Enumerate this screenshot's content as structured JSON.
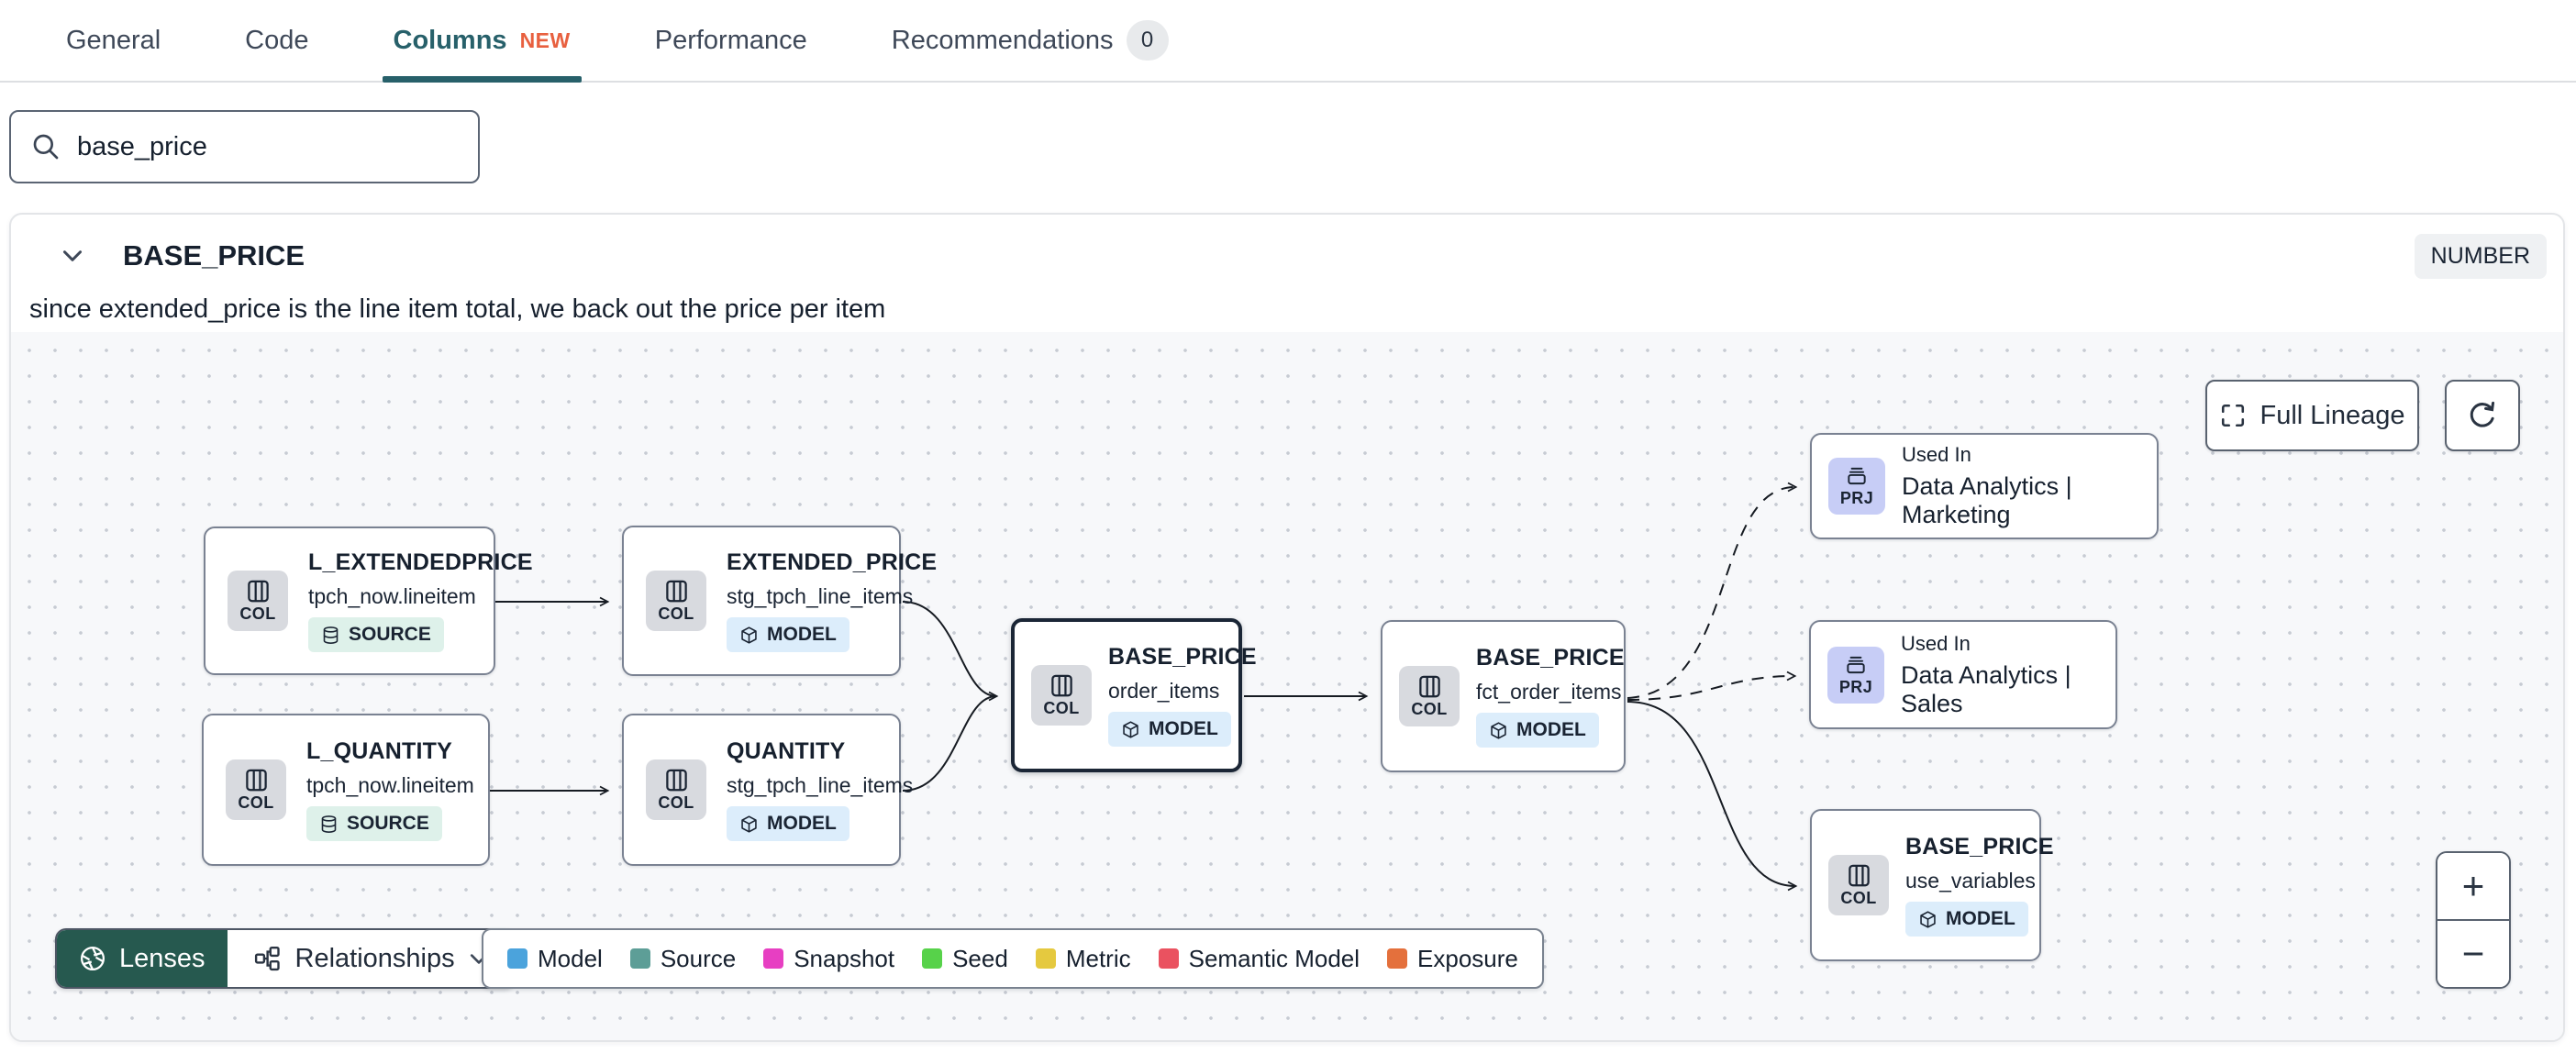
{
  "colors": {
    "accent_teal": "#27606A",
    "new_badge": "#E8603F",
    "lenses_green": "#26594F",
    "canvas_bg": "#F7F8FA",
    "col_icon_bg": "#D8DADF",
    "prj_icon_bg": "#C7CDF6",
    "source_badge_bg": "#DEF1EA",
    "model_badge_bg": "#DCEDFB",
    "selected_border": "#1B2636"
  },
  "tabs": {
    "items": [
      {
        "label": "General"
      },
      {
        "label": "Code"
      },
      {
        "label": "Columns",
        "badge": "NEW"
      },
      {
        "label": "Performance"
      },
      {
        "label": "Recommendations",
        "count": "0"
      }
    ]
  },
  "search": {
    "value": "base_price"
  },
  "column_panel": {
    "title": "BASE_PRICE",
    "type_badge": "NUMBER",
    "description": "since extended_price is the line item total, we back out the price per item"
  },
  "lineage": {
    "controls": {
      "full_lineage": "Full Lineage",
      "zoom_in": "+",
      "zoom_out": "−"
    },
    "nodes": [
      {
        "kind": "COL",
        "title": "L_EXTENDEDPRICE",
        "subtitle": "tpch_now.lineitem",
        "badge": "SOURCE"
      },
      {
        "kind": "COL",
        "title": "EXTENDED_PRICE",
        "subtitle": "stg_tpch_line_items",
        "badge": "MODEL"
      },
      {
        "kind": "COL",
        "title": "L_QUANTITY",
        "subtitle": "tpch_now.lineitem",
        "badge": "SOURCE"
      },
      {
        "kind": "COL",
        "title": "QUANTITY",
        "subtitle": "stg_tpch_line_items",
        "badge": "MODEL"
      },
      {
        "kind": "COL",
        "title": "BASE_PRICE",
        "subtitle": "order_items",
        "badge": "MODEL",
        "selected": true
      },
      {
        "kind": "COL",
        "title": "BASE_PRICE",
        "subtitle": "fct_order_items",
        "badge": "MODEL"
      },
      {
        "kind": "PRJ",
        "title": "Used In",
        "subtitle": "Data Analytics | Marketing"
      },
      {
        "kind": "PRJ",
        "title": "Used In",
        "subtitle": "Data Analytics | Sales"
      },
      {
        "kind": "COL",
        "title": "BASE_PRICE",
        "subtitle": "use_variables",
        "badge": "MODEL"
      }
    ],
    "edges": [
      {
        "from": "L_EXTENDEDPRICE (tpch_now.lineitem)",
        "to": "EXTENDED_PRICE (stg_tpch_line_items)",
        "style": "solid"
      },
      {
        "from": "L_QUANTITY (tpch_now.lineitem)",
        "to": "QUANTITY (stg_tpch_line_items)",
        "style": "solid"
      },
      {
        "from": "EXTENDED_PRICE (stg_tpch_line_items)",
        "to": "BASE_PRICE (order_items)",
        "style": "solid"
      },
      {
        "from": "QUANTITY (stg_tpch_line_items)",
        "to": "BASE_PRICE (order_items)",
        "style": "solid"
      },
      {
        "from": "BASE_PRICE (order_items)",
        "to": "BASE_PRICE (fct_order_items)",
        "style": "solid"
      },
      {
        "from": "BASE_PRICE (fct_order_items)",
        "to": "Used In Data Analytics | Marketing",
        "style": "dashed"
      },
      {
        "from": "BASE_PRICE (fct_order_items)",
        "to": "Used In Data Analytics | Sales",
        "style": "dashed"
      },
      {
        "from": "BASE_PRICE (fct_order_items)",
        "to": "BASE_PRICE (use_variables)",
        "style": "solid"
      }
    ],
    "lenses_label": "Lenses",
    "relationships_label": "Relationships",
    "legend": {
      "items": [
        {
          "label": "Model",
          "color": "#4BA3DC"
        },
        {
          "label": "Source",
          "color": "#5D9E97"
        },
        {
          "label": "Snapshot",
          "color": "#E73FC2"
        },
        {
          "label": "Seed",
          "color": "#57D24A"
        },
        {
          "label": "Metric",
          "color": "#E5C93F"
        },
        {
          "label": "Semantic Model",
          "color": "#EA5260"
        },
        {
          "label": "Exposure",
          "color": "#E4703C"
        }
      ]
    }
  }
}
